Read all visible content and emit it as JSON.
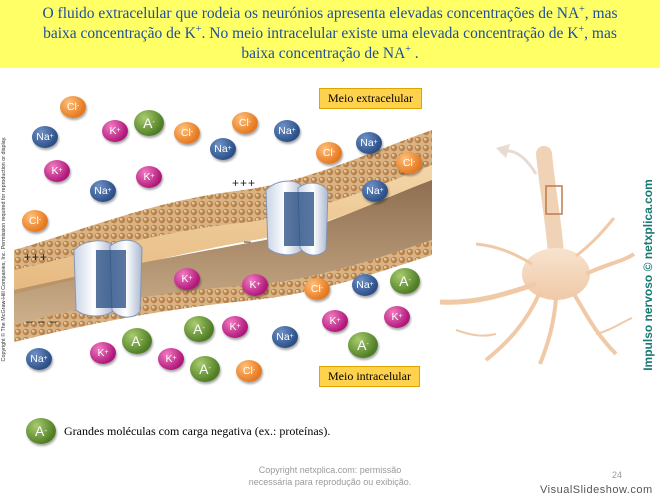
{
  "banner": {
    "line1_a": "O fluido extracelular que rodeia os neurónios apresenta elevadas concentrações de NA",
    "line1_sup": "+",
    "line1_b": ", mas",
    "line2_a": "baixa concentração de K",
    "line2_sup1": "+",
    "line2_b": ". No meio intracelular existe uma elevada concentração de K",
    "line2_sup2": "+",
    "line2_c": ", mas",
    "line3_a": "baixa concentração de NA",
    "line3_sup": "+",
    "line3_b": " ."
  },
  "side_copyright": "Copyright © The McGraw-Hill Companies, Inc. Permission required for reproduction or display.",
  "scene": {
    "label_extracellular": "Meio extracelular",
    "label_intracellular": "Meio intracelular",
    "charge_plus": "+++",
    "charge_minus_short": "–",
    "charge_minus_long": "– – –"
  },
  "ions": {
    "na": "Na",
    "k": "K",
    "cl": "Cl",
    "a": "A",
    "plus": "+",
    "minus": "-"
  },
  "legend": {
    "ball": "A",
    "ball_sup": "-",
    "text": "Grandes moléculas com carga negativa (ex.: proteínas)."
  },
  "side_title": "Impulso nervoso © netxplica.com",
  "footer": {
    "copyright_line1": "Copyright netxplica.com: permissão",
    "copyright_line2": "necessária para reprodução ou exibição.",
    "page_number": "24",
    "watermark": "VisualSlideshow.com"
  },
  "colors": {
    "banner_bg": "#ffff66",
    "banner_text": "#1f4e9a",
    "na_ion": "#2b4f86",
    "k_ion": "#b0177a",
    "cl_ion": "#e5781f",
    "a_ion": "#4f7d25",
    "membrane": "#c89a68",
    "label_box": "#ffd24d",
    "side_title": "#157a70"
  }
}
